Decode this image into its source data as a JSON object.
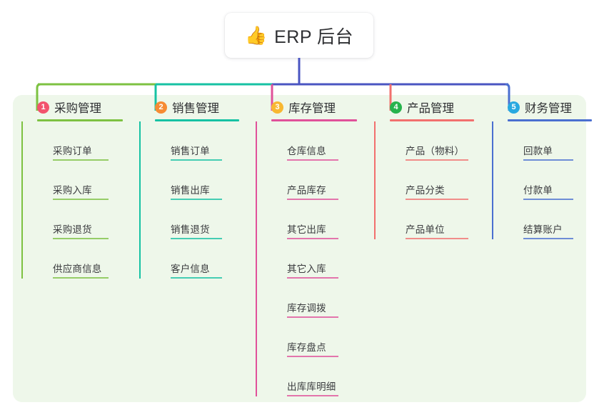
{
  "root": {
    "icon": "thumbs-up-emoji",
    "emoji": "👍",
    "title": "ERP 后台"
  },
  "panel": {
    "background_color": "#eef7ea"
  },
  "trunk_color": "#4a55c2",
  "bus_segments": [
    {
      "from": "branch-1",
      "to": "branch-2",
      "color": "#7dc242"
    },
    {
      "from": "branch-2",
      "to": "branch-3",
      "color": "#16c2a3"
    },
    {
      "from": "branch-3",
      "to": "branch-5",
      "color": "#4a55c2"
    }
  ],
  "branches": [
    {
      "index": "1",
      "label": "采购管理",
      "badge_color": "#f2536d",
      "line_color": "#7dc242",
      "children": [
        {
          "label": "采购订单"
        },
        {
          "label": "采购入库"
        },
        {
          "label": "采购退货"
        },
        {
          "label": "供应商信息"
        }
      ]
    },
    {
      "index": "2",
      "label": "销售管理",
      "badge_color": "#f68b34",
      "line_color": "#16c2a3",
      "children": [
        {
          "label": "销售订单"
        },
        {
          "label": "销售出库"
        },
        {
          "label": "销售退货"
        },
        {
          "label": "客户信息"
        }
      ]
    },
    {
      "index": "3",
      "label": "库存管理",
      "badge_color": "#f8b832",
      "line_color": "#e0519a",
      "children": [
        {
          "label": "仓库信息"
        },
        {
          "label": "产品库存"
        },
        {
          "label": "其它出库"
        },
        {
          "label": "其它入库"
        },
        {
          "label": "库存调拨"
        },
        {
          "label": "库存盘点"
        },
        {
          "label": "出库库明细"
        }
      ]
    },
    {
      "index": "4",
      "label": "产品管理",
      "badge_color": "#27b34d",
      "line_color": "#f2706e",
      "children": [
        {
          "label": "产品（物料）"
        },
        {
          "label": "产品分类"
        },
        {
          "label": "产品单位"
        }
      ]
    },
    {
      "index": "5",
      "label": "财务管理",
      "badge_color": "#29a9e0",
      "line_color": "#4a6fd0",
      "children": [
        {
          "label": "回款单"
        },
        {
          "label": "付款单"
        },
        {
          "label": "结算账户"
        }
      ]
    }
  ]
}
